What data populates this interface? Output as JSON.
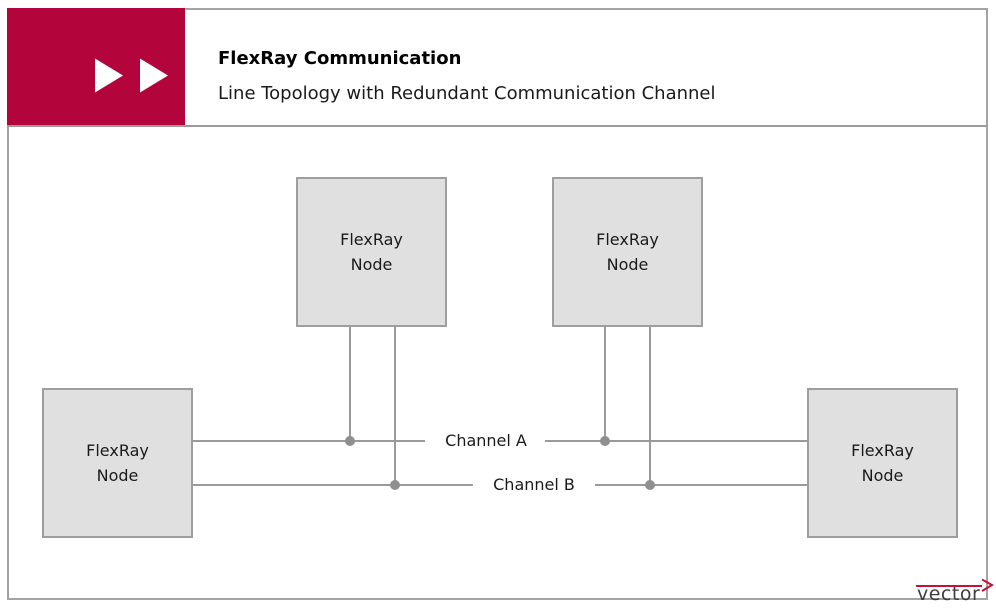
{
  "header": {
    "title": "FlexRay Communication",
    "subtitle": "Line Topology with Redundant Communication Channel",
    "brand_color": "#b4043c",
    "icon": "double-play-triangles-icon"
  },
  "diagram": {
    "nodes": [
      {
        "id": "node-top-left",
        "label": "FlexRay\nNode"
      },
      {
        "id": "node-top-right",
        "label": "FlexRay\nNode"
      },
      {
        "id": "node-left",
        "label": "FlexRay\nNode"
      },
      {
        "id": "node-right",
        "label": "FlexRay\nNode"
      }
    ],
    "channels": [
      {
        "id": "channel-a",
        "label": "Channel A"
      },
      {
        "id": "channel-b",
        "label": "Channel B"
      }
    ],
    "colors": {
      "node_fill": "#e0e0e0",
      "node_border": "#9e9e9e",
      "line": "#9a9a9a",
      "junction_dot": "#8f8f8f",
      "text": "#1a1a1a"
    }
  },
  "footer": {
    "logo_text": "vector",
    "logo_accent": "#c8103c"
  }
}
